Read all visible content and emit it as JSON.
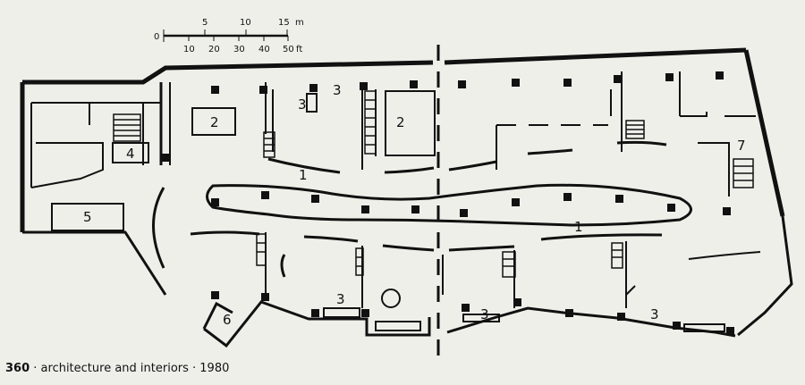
{
  "scale_bar": {
    "unit_m": "m",
    "unit_ft": "ft",
    "meter_ticks": [
      "0",
      "5",
      "10",
      "15"
    ],
    "feet_ticks": [
      "10",
      "20",
      "30",
      "40",
      "50"
    ]
  },
  "room_labels": {
    "l1a": "1",
    "l1b": "1",
    "l2a": "2",
    "l2b": "2",
    "l3a": "3",
    "l3b": "3",
    "l3c": "3",
    "l3d": "3",
    "l3e": "3",
    "l4": "4",
    "l5": "5",
    "l6": "6",
    "l7": "7"
  },
  "caption": {
    "page_number": "360",
    "text": " · architecture and interiors · 1980"
  }
}
